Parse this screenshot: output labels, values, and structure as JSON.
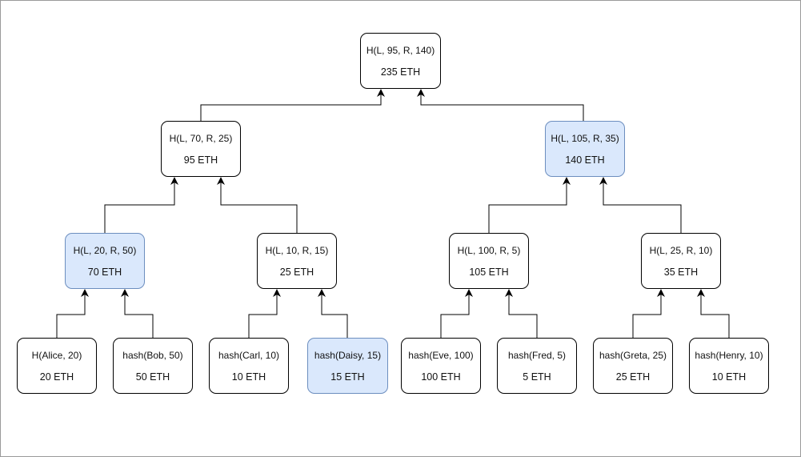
{
  "colors": {
    "edge": "#000000",
    "border": "#000000",
    "highlight_fill": "#dae8fc",
    "highlight_border": "#6c8ebf"
  },
  "nodes": {
    "root": {
      "hash": "H(L, 95, R, 140)",
      "value": "235 ETH"
    },
    "l": {
      "hash": "H(L, 70, R, 25)",
      "value": "95 ETH"
    },
    "r": {
      "hash": "H(L, 105, R, 35)",
      "value": "140 ETH"
    },
    "ll": {
      "hash": "H(L, 20, R, 50)",
      "value": "70 ETH"
    },
    "lr": {
      "hash": "H(L, 10, R, 15)",
      "value": "25 ETH"
    },
    "rl": {
      "hash": "H(L, 100, R, 5)",
      "value": "105 ETH"
    },
    "rr": {
      "hash": "H(L, 25, R, 10)",
      "value": "35 ETH"
    },
    "alice": {
      "hash": "H(Alice, 20)",
      "value": "20 ETH"
    },
    "bob": {
      "hash": "hash(Bob, 50)",
      "value": "50 ETH"
    },
    "carl": {
      "hash": "hash(Carl, 10)",
      "value": "10 ETH"
    },
    "daisy": {
      "hash": "hash(Daisy, 15)",
      "value": "15 ETH"
    },
    "eve": {
      "hash": "hash(Eve, 100)",
      "value": "100 ETH"
    },
    "fred": {
      "hash": "hash(Fred, 5)",
      "value": "5 ETH"
    },
    "greta": {
      "hash": "hash(Greta, 25)",
      "value": "25 ETH"
    },
    "henry": {
      "hash": "hash(Henry, 10)",
      "value": "10 ETH"
    }
  }
}
